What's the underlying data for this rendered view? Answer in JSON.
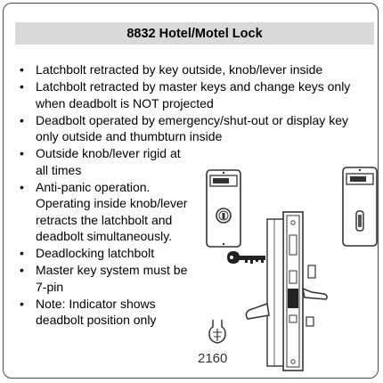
{
  "title": "8832 Hotel/Motel Lock",
  "features": [
    "Latchbolt retracted by key outside, knob/lever inside",
    "Latchbolt retracted by master keys and change keys only when deadbolt is NOT projected",
    "Deadbolt operated by emergency/shut-out or display key only outside and thumbturn inside",
    "Outside knob/lever rigid at all times",
    "Anti-panic operation. Operating inside knob/lever retracts the latchbolt and deadbolt simultaneously.",
    "Deadlocking latchbolt",
    "Master key system must be 7-pin",
    "Note: Indicator shows deadbolt position only"
  ],
  "cylinder_label": "2160",
  "colors": {
    "title_bg": "#d9d9d9",
    "border": "#4a4a4a"
  }
}
